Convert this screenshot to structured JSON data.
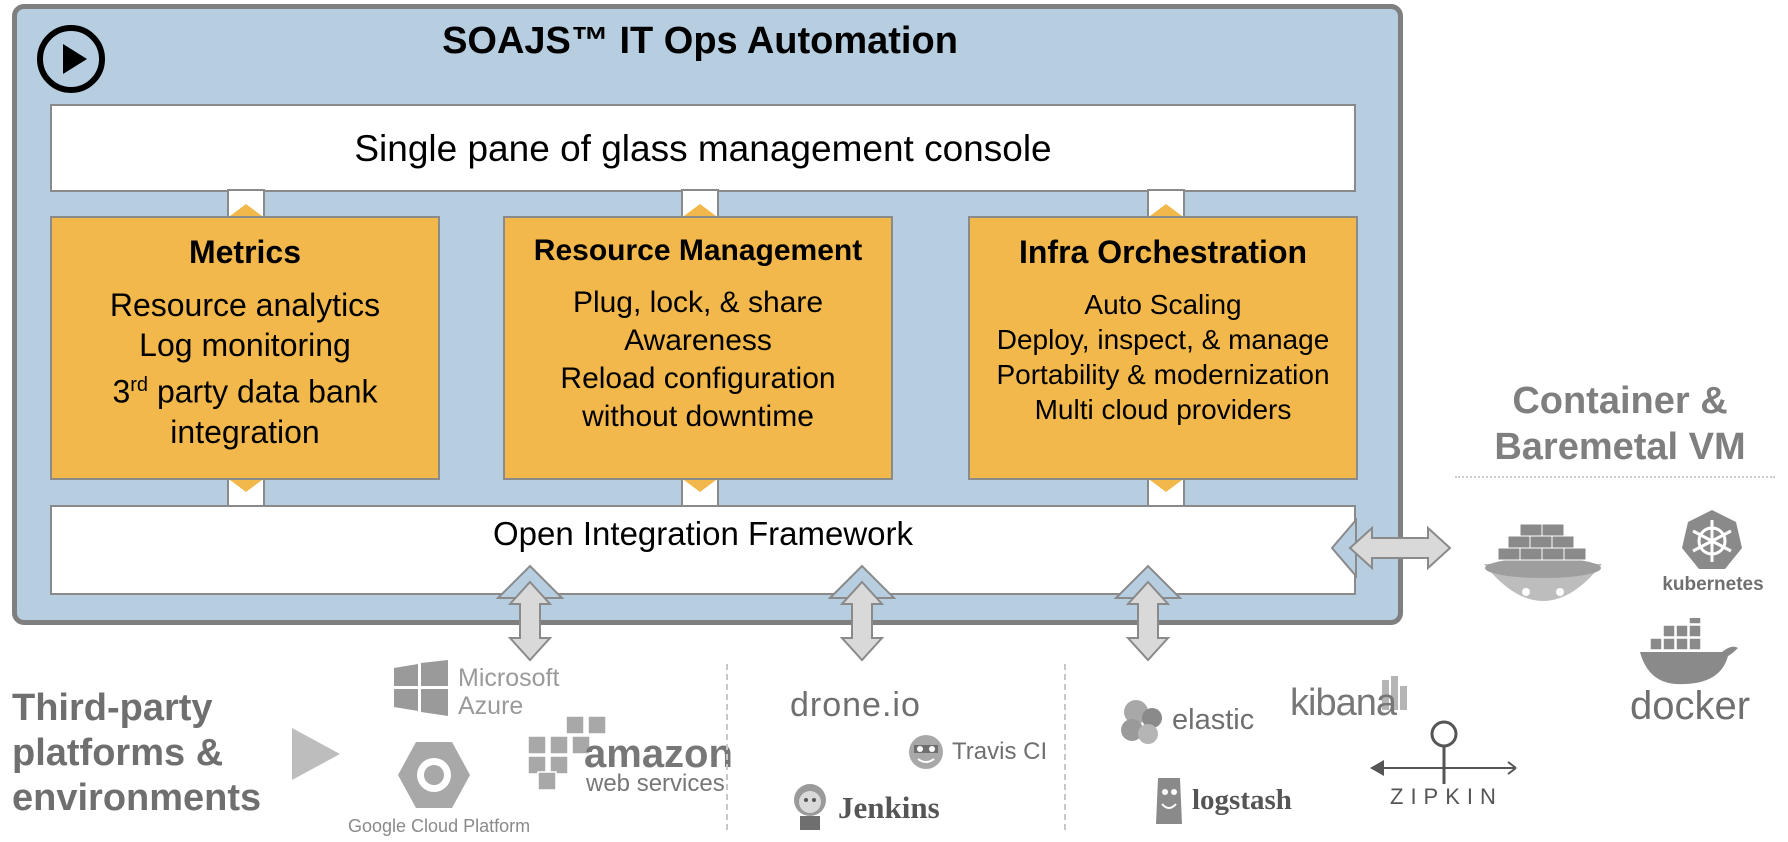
{
  "header": {
    "title": "SOAJS™ IT Ops Automation"
  },
  "console": {
    "label": "Single pane of glass management console"
  },
  "framework": {
    "label": "Open Integration Framework"
  },
  "cards": [
    {
      "title": "Metrics",
      "lines": [
        "Resource analytics",
        "Log monitoring",
        "party data bank",
        "integration"
      ],
      "ordinal_num": "3",
      "ordinal_sup": "rd"
    },
    {
      "title": "Resource Management",
      "lines": [
        "Plug, lock, & share",
        "Awareness",
        "Reload configuration",
        "without downtime"
      ]
    },
    {
      "title": "Infra Orchestration",
      "lines": [
        "Auto Scaling",
        "Deploy, inspect, & manage",
        "Portability & modernization",
        "Multi cloud providers"
      ]
    }
  ],
  "container": {
    "title_line1": "Container &",
    "title_line2": "Baremetal VM"
  },
  "third_party": {
    "line1": "Third-party",
    "line2": "platforms &",
    "line3": "environments"
  },
  "logos": {
    "microsoft_line1": "Microsoft",
    "microsoft_line2": "Azure",
    "amazon_line1": "amazon",
    "amazon_line2": "web services",
    "google": "Google Cloud Platform",
    "drone": "drone.io",
    "travis": "Travis CI",
    "jenkins": "Jenkins",
    "elastic": "elastic",
    "kibana": "kibana",
    "logstash": "logstash",
    "zipkin": "ZIPKIN",
    "kubernetes": "kubernetes",
    "docker": "docker"
  },
  "colors": {
    "panel": "#b7cde0",
    "card": "#f2b84b",
    "frame": "#7f7f7f",
    "arrow": "#d9d9d9"
  }
}
